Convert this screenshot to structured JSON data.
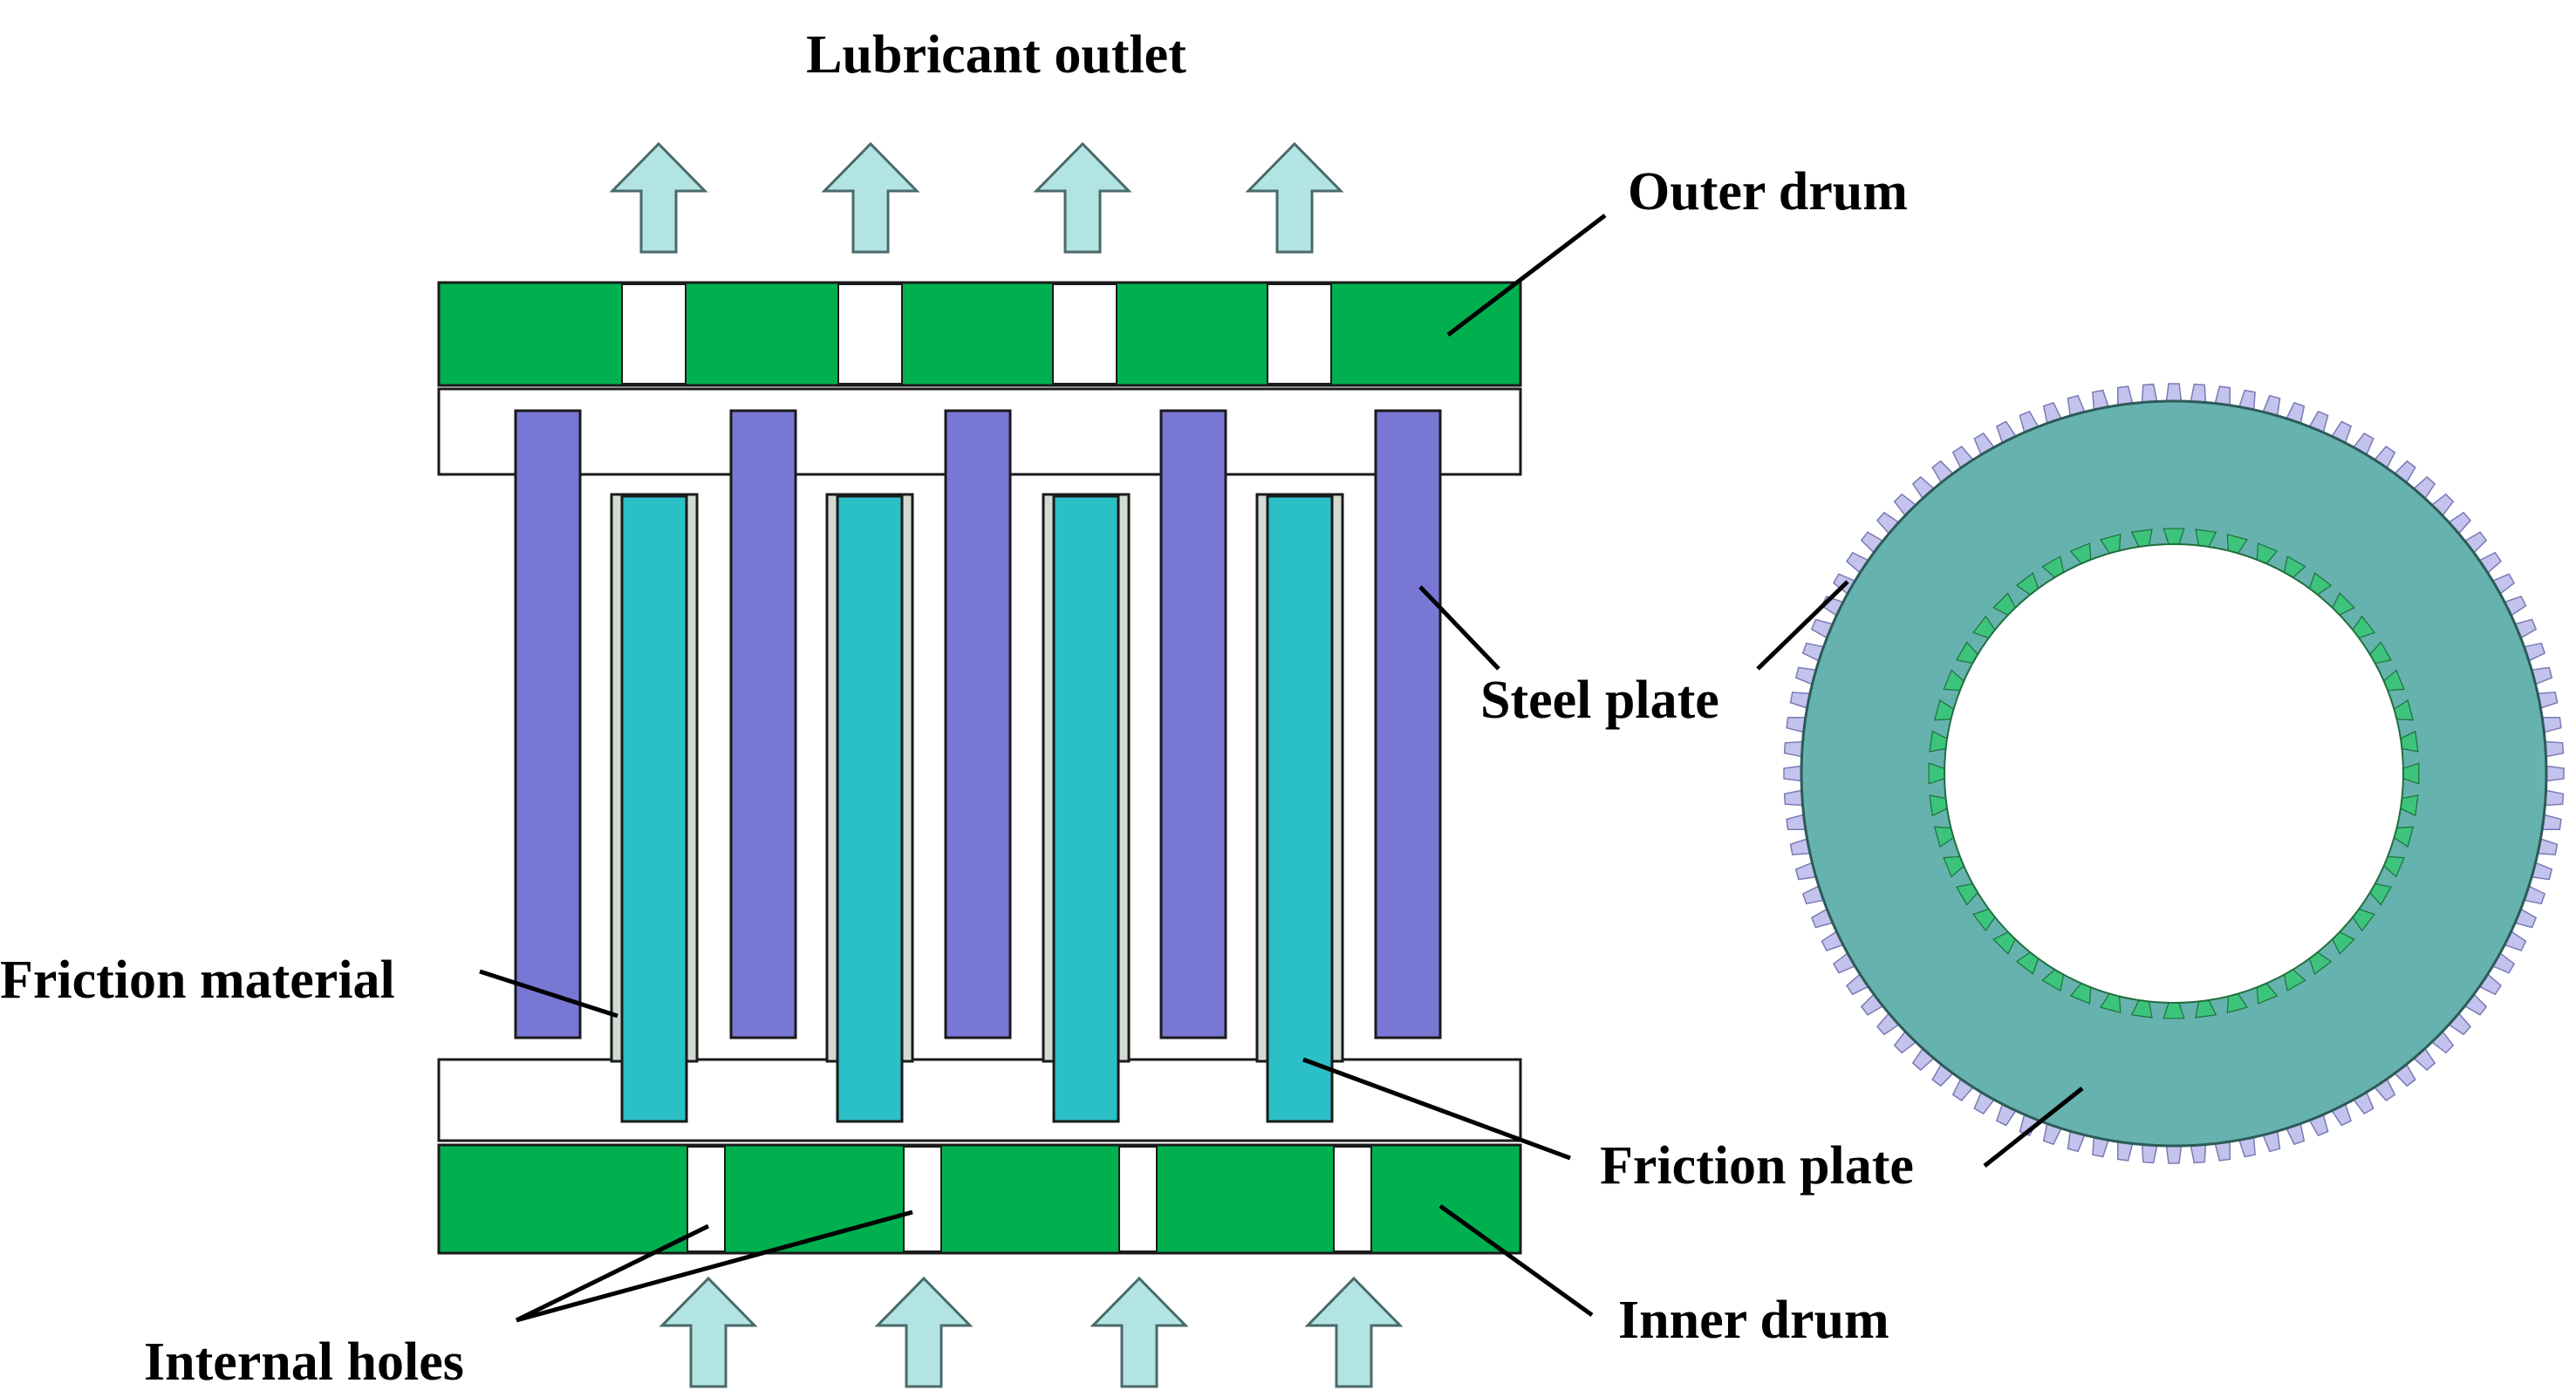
{
  "labels": {
    "lubricant_outlet": "Lubricant outlet",
    "outer_drum": "Outer drum",
    "steel_plate": "Steel plate",
    "friction_material": "Friction material",
    "friction_plate": "Friction plate",
    "inner_drum": "Inner drum",
    "internal_holes": "Internal holes"
  },
  "colors": {
    "drum": "#00b04f",
    "steel_plate": "#7878d4",
    "friction_plate": "#2bbfc6",
    "friction_material": "#d2dbd2",
    "arrow": "#b3e4e4",
    "ring_body": "#66b2ae",
    "ring_outer_teeth": "#c3c3ee",
    "ring_inner_teeth": "#3cc47c"
  },
  "counts": {
    "steel_plates": 5,
    "friction_plates": 4,
    "outlet_arrows": 4,
    "inlet_arrows": 4
  }
}
